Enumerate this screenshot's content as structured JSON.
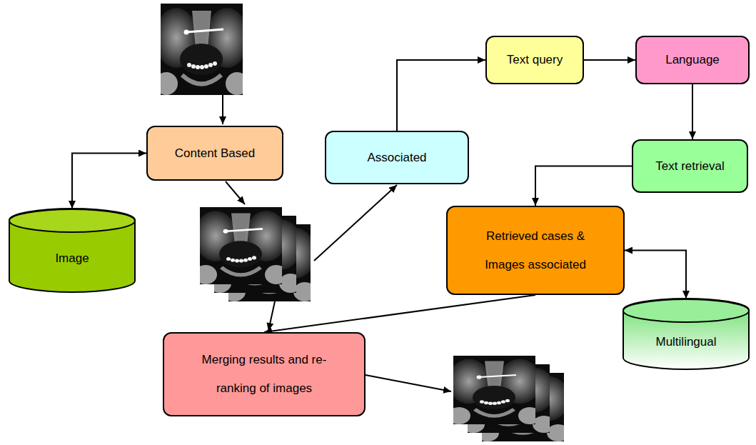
{
  "diagram": {
    "nodes": [
      {
        "text": [
          "Content Based"
        ]
      },
      {
        "text": [
          "Image"
        ]
      },
      {
        "text": [
          "Associated"
        ]
      },
      {
        "text": [
          "Text query"
        ]
      },
      {
        "text": [
          "Language"
        ]
      },
      {
        "text": [
          "Text retrieval"
        ]
      },
      {
        "text": [
          "Retrieved cases & Images associated"
        ]
      },
      {
        "text": [
          "Multilingual"
        ]
      },
      {
        "text": [
          "Merging results and re-ranking of images"
        ]
      }
    ],
    "edges": [
      {
        "from": 0,
        "to": 1,
        "arrow": "both"
      },
      {
        "from": 2,
        "to": 3,
        "arrow": "to"
      },
      {
        "from": 3,
        "to": 4,
        "arrow": "to"
      },
      {
        "from": 4,
        "to": 5,
        "arrow": "to"
      },
      {
        "from": 5,
        "to": 6,
        "arrow": "to"
      },
      {
        "from": 6,
        "to": 7,
        "arrow": "both"
      },
      {
        "from": 6,
        "to": 8,
        "arrow": "to"
      }
    ]
  }
}
